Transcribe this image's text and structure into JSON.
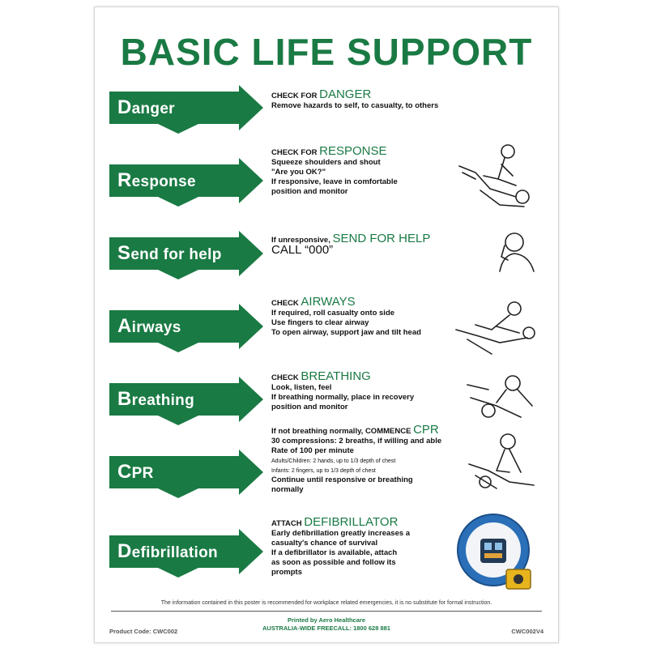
{
  "title": "BASIC LIFE SUPPORT",
  "colors": {
    "green": "#1a7a44"
  },
  "steps": [
    {
      "cap": "D",
      "rest": "anger",
      "lines": [
        {
          "pre": "CHECK FOR ",
          "big": "DANGER"
        },
        {
          "text": "Remove hazards to self, to casualty, to others"
        }
      ]
    },
    {
      "cap": "R",
      "rest": "esponse",
      "lines": [
        {
          "pre": "CHECK FOR ",
          "big": "RESPONSE"
        },
        {
          "text": "Squeeze shoulders and shout"
        },
        {
          "text": "\"Are you OK?\""
        },
        {
          "text": "If responsive, leave in comfortable"
        },
        {
          "text": "position and monitor"
        }
      ]
    },
    {
      "cap": "S",
      "rest": "end for help",
      "lines": [
        {
          "pre": "If unresponsive, ",
          "big": "SEND FOR HELP"
        },
        {
          "call": "CALL “000”"
        }
      ]
    },
    {
      "cap": "A",
      "rest": "irways",
      "lines": [
        {
          "pre": "CHECK ",
          "big": "AIRWAYS"
        },
        {
          "text": "If required, roll casualty onto side"
        },
        {
          "text": "Use fingers to clear airway"
        },
        {
          "text": "To open airway, support jaw and tilt head"
        }
      ]
    },
    {
      "cap": "B",
      "rest": "reathing",
      "lines": [
        {
          "pre": "CHECK ",
          "big": "BREATHING"
        },
        {
          "text": "Look, listen, feel"
        },
        {
          "text": "If breathing normally, place in recovery"
        },
        {
          "text": "position and monitor"
        }
      ]
    },
    {
      "cap": "C",
      "rest": "PR",
      "lines": [
        {
          "pre": "If not breathing normally, COMMENCE ",
          "big": "CPR"
        },
        {
          "text": "30 compressions: 2 breaths, if willing and able"
        },
        {
          "text": "Rate of 100 per minute"
        },
        {
          "small": "Adults/Children: 2 hands, up to 1/3 depth of chest"
        },
        {
          "small": "Infants: 2 fingers, up to 1/3 depth of chest"
        },
        {
          "text": "Continue until responsive or breathing"
        },
        {
          "text": "normally"
        }
      ]
    },
    {
      "cap": "D",
      "rest": "efibrillation",
      "lines": [
        {
          "pre": "ATTACH ",
          "big": "DEFIBRILLATOR"
        },
        {
          "text": "Early defibrillation greatly increases a"
        },
        {
          "text": "casualty's chance of survival"
        },
        {
          "text": "If a defibrillator is available, attach"
        },
        {
          "text": "as soon as possible and follow its"
        },
        {
          "text": "prompts"
        }
      ]
    }
  ],
  "footer": {
    "note": "The information contained in this poster is recommended for workplace related emergencies, it is no substitute for formal instruction.",
    "product_code": "Product Code: CWC002",
    "printed_by": "Printed by Aero Healthcare",
    "freecall": "AUSTRALIA-WIDE FREECALL: 1800 628 881",
    "version": "CWC002V4"
  }
}
